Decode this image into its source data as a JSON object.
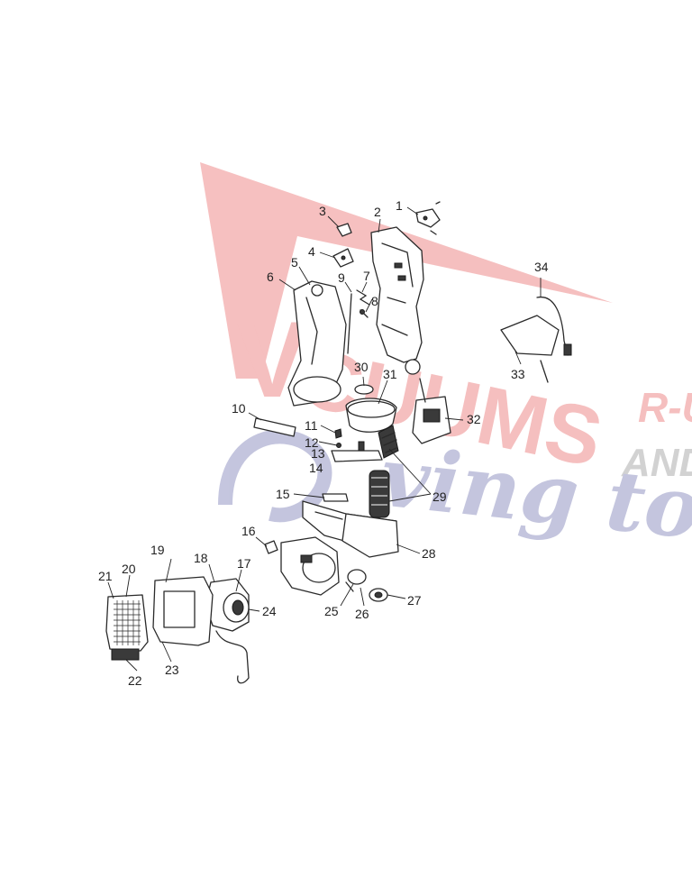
{
  "watermark": {
    "brand_letter": "V",
    "brand_word": "CUUMS",
    "tag_right_top": "R-U",
    "tag_right_bottom": "AND",
    "script_text": "ving too",
    "brand_color": "#e23a3a",
    "script_color": "#4a4f9a",
    "tag_color": "#777777"
  },
  "callouts": [
    {
      "id": "1",
      "label": "1"
    },
    {
      "id": "2",
      "label": "2"
    },
    {
      "id": "3",
      "label": "3"
    },
    {
      "id": "4",
      "label": "4"
    },
    {
      "id": "5",
      "label": "5"
    },
    {
      "id": "6",
      "label": "6"
    },
    {
      "id": "7",
      "label": "7"
    },
    {
      "id": "8",
      "label": "8"
    },
    {
      "id": "9",
      "label": "9"
    },
    {
      "id": "10",
      "label": "10"
    },
    {
      "id": "11",
      "label": "11"
    },
    {
      "id": "12",
      "label": "12"
    },
    {
      "id": "13",
      "label": "13"
    },
    {
      "id": "14",
      "label": "14"
    },
    {
      "id": "15",
      "label": "15"
    },
    {
      "id": "16",
      "label": "16"
    },
    {
      "id": "17",
      "label": "17"
    },
    {
      "id": "18",
      "label": "18"
    },
    {
      "id": "19",
      "label": "19"
    },
    {
      "id": "20",
      "label": "20"
    },
    {
      "id": "21",
      "label": "21"
    },
    {
      "id": "22",
      "label": "22"
    },
    {
      "id": "23",
      "label": "23"
    },
    {
      "id": "24",
      "label": "24"
    },
    {
      "id": "25",
      "label": "25"
    },
    {
      "id": "26",
      "label": "26"
    },
    {
      "id": "27",
      "label": "27"
    },
    {
      "id": "28",
      "label": "28"
    },
    {
      "id": "29",
      "label": "29"
    },
    {
      "id": "30",
      "label": "30"
    },
    {
      "id": "31",
      "label": "31"
    },
    {
      "id": "32",
      "label": "32"
    },
    {
      "id": "33",
      "label": "33"
    },
    {
      "id": "34",
      "label": "34"
    }
  ]
}
